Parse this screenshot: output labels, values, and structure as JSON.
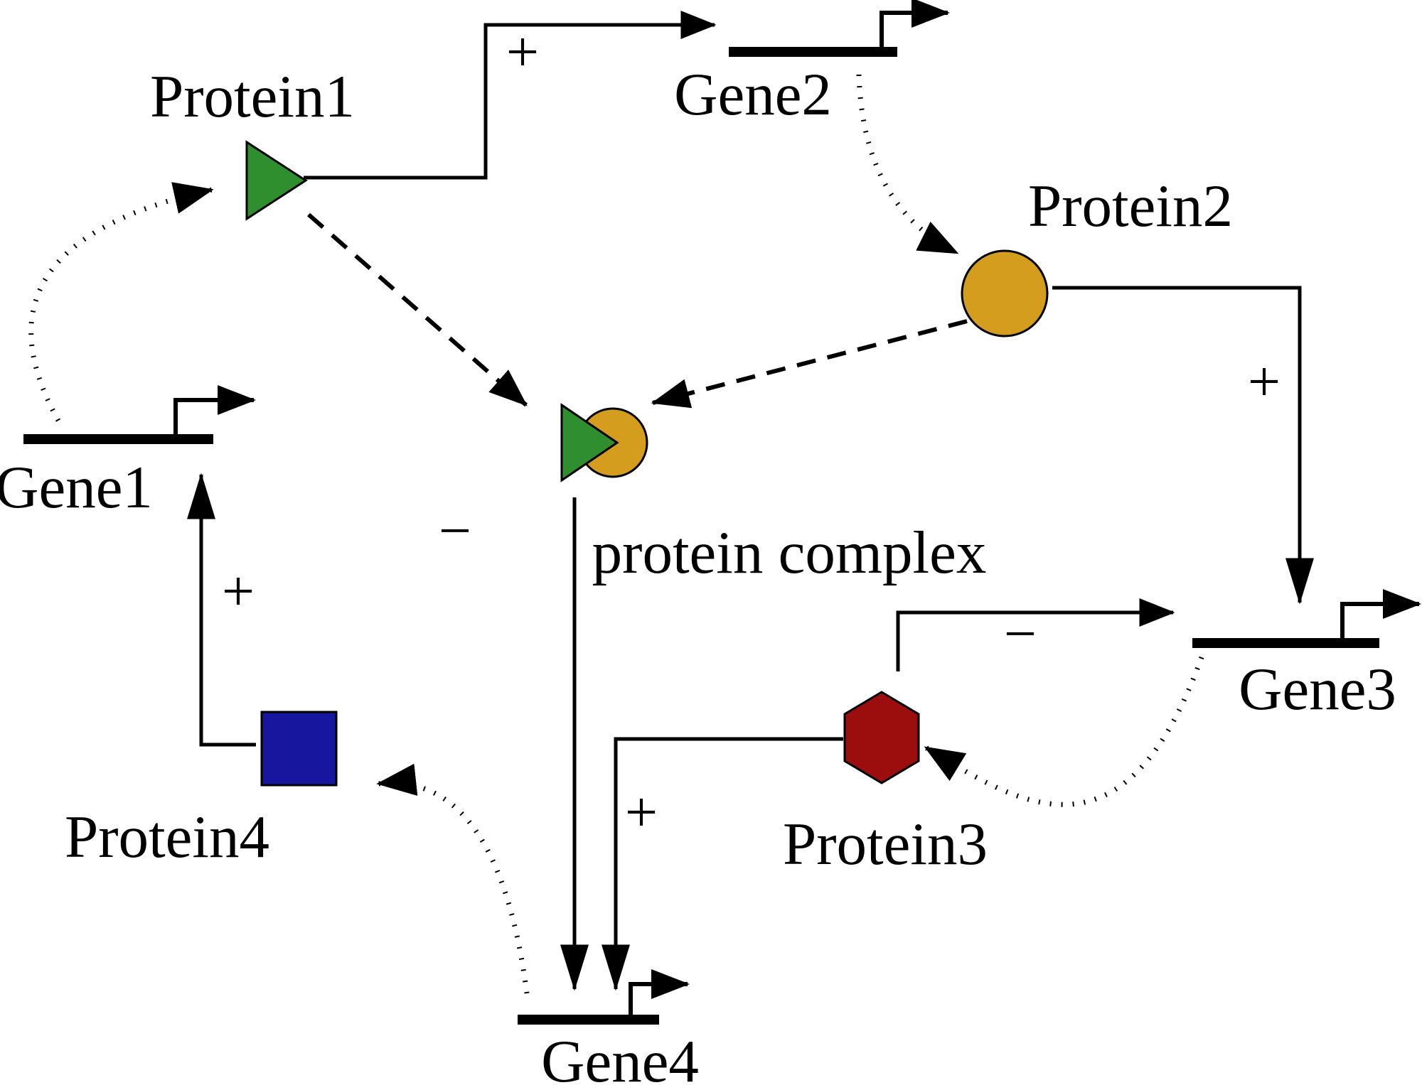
{
  "diagram": {
    "genes": [
      {
        "id": "gene1",
        "label": "Gene1"
      },
      {
        "id": "gene2",
        "label": "Gene2"
      },
      {
        "id": "gene3",
        "label": "Gene3"
      },
      {
        "id": "gene4",
        "label": "Gene4"
      }
    ],
    "proteins": [
      {
        "id": "protein1",
        "label": "Protein1",
        "shape": "triangle",
        "color": "#2f8f2f"
      },
      {
        "id": "protein2",
        "label": "Protein2",
        "shape": "circle",
        "color": "#d59d1e"
      },
      {
        "id": "protein3",
        "label": "Protein3",
        "shape": "hexagon",
        "color": "#9c0d0d"
      },
      {
        "id": "protein4",
        "label": "Protein4",
        "shape": "square",
        "color": "#16169e"
      }
    ],
    "complex": {
      "label": "protein complex",
      "triangle_color": "#2f8f2f",
      "circle_color": "#d59d1e"
    },
    "edges": [
      {
        "from": "Protein1",
        "to": "Gene2",
        "type": "activation",
        "style": "solid",
        "sign": "+"
      },
      {
        "from": "Protein2",
        "to": "Gene3",
        "type": "activation",
        "style": "solid",
        "sign": "+"
      },
      {
        "from": "Protein3",
        "to": "Gene3",
        "type": "repression",
        "style": "solid",
        "sign": "−"
      },
      {
        "from": "Protein3",
        "to": "Gene4",
        "type": "activation",
        "style": "solid",
        "sign": "+"
      },
      {
        "from": "Protein4",
        "to": "Gene1",
        "type": "activation",
        "style": "solid",
        "sign": "+"
      },
      {
        "from": "protein complex",
        "to": "Gene4",
        "type": "repression",
        "style": "solid",
        "sign": "−"
      },
      {
        "from": "Gene1",
        "to": "Protein1",
        "type": "expression",
        "style": "dotted",
        "sign": ""
      },
      {
        "from": "Gene2",
        "to": "Protein2",
        "type": "expression",
        "style": "dotted",
        "sign": ""
      },
      {
        "from": "Gene3",
        "to": "Protein3",
        "type": "expression",
        "style": "dotted",
        "sign": ""
      },
      {
        "from": "Gene4",
        "to": "Protein4",
        "type": "expression",
        "style": "dotted",
        "sign": ""
      },
      {
        "from": "Protein1",
        "to": "protein complex",
        "type": "binding",
        "style": "dashed",
        "sign": ""
      },
      {
        "from": "Protein2",
        "to": "protein complex",
        "type": "binding",
        "style": "dashed",
        "sign": ""
      }
    ],
    "colors": {
      "line": "#000000",
      "background": "#ffffff"
    }
  }
}
